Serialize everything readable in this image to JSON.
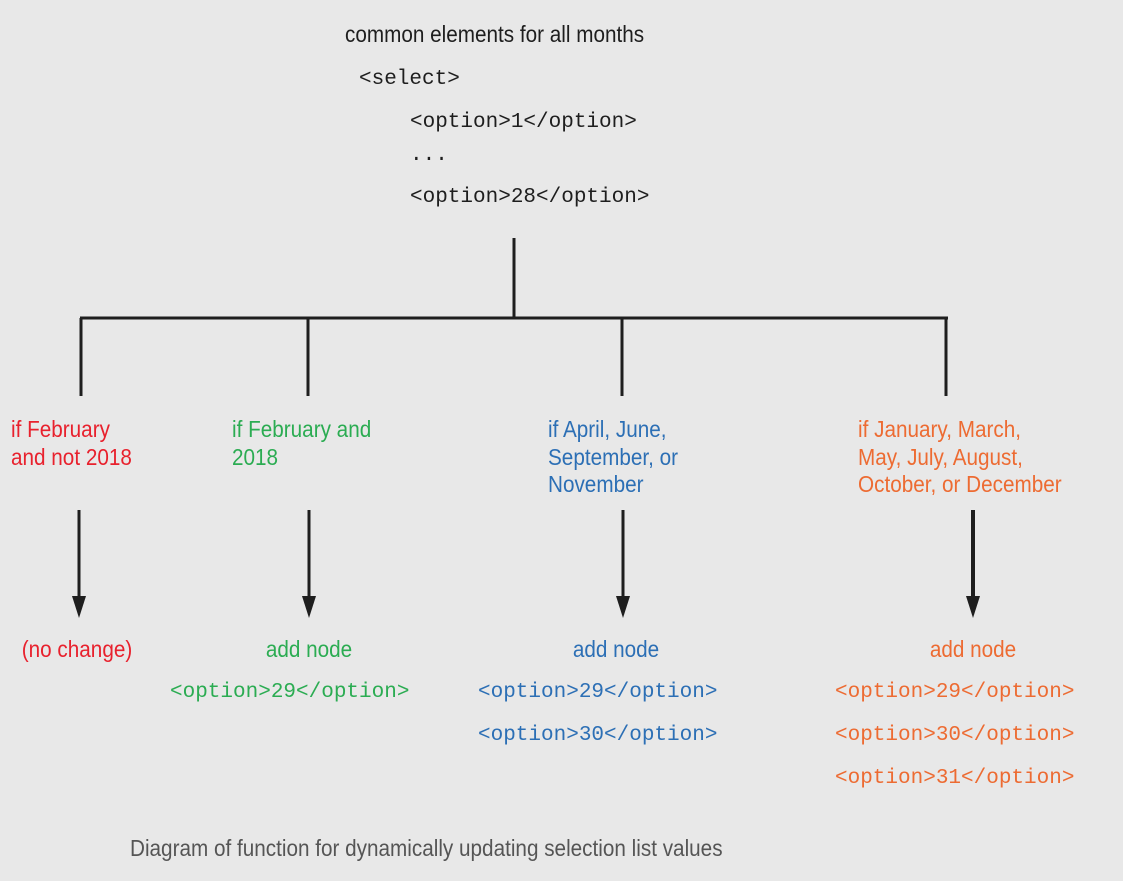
{
  "header": {
    "title": "common elements for all months",
    "code_lines": [
      "<select>",
      "<option>1</option>",
      "...",
      "<option>28</option>"
    ]
  },
  "branches": [
    {
      "condition": [
        "if February",
        "and not 2018"
      ],
      "result": "(no change)",
      "options": [],
      "color": "#e8212d"
    },
    {
      "condition": [
        "if February and",
        "2018"
      ],
      "result": "add node",
      "options": [
        "<option>29</option>"
      ],
      "color": "#2bac52"
    },
    {
      "condition": [
        "if April, June,",
        "September, or",
        "November"
      ],
      "result": "add node",
      "options": [
        "<option>29</option>",
        "<option>30</option>"
      ],
      "color": "#2c6fb5"
    },
    {
      "condition": [
        "if January, March,",
        "May, July, August,",
        "October, or December"
      ],
      "result": "add node",
      "options": [
        "<option>29</option>",
        "<option>30</option>",
        "<option>31</option>"
      ],
      "color": "#ed6b32"
    }
  ],
  "caption": "Diagram of function for dynamically updating selection list values"
}
